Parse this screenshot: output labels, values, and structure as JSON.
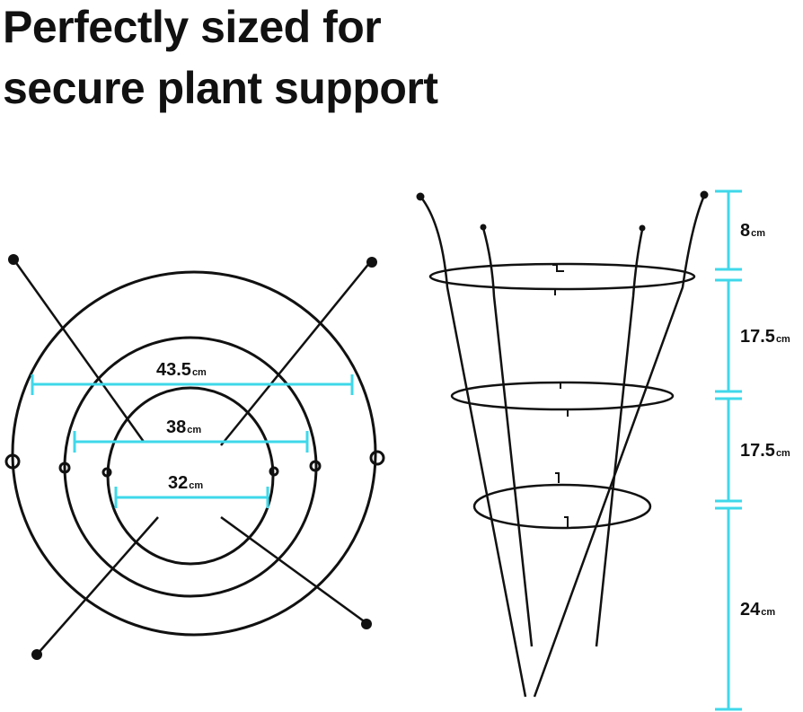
{
  "headline": {
    "line1": "Perfectly sized for",
    "line2": "secure plant support"
  },
  "top_view": {
    "diameters": [
      {
        "value": "43.5",
        "unit": "cm"
      },
      {
        "value": "38",
        "unit": "cm"
      },
      {
        "value": "32",
        "unit": "cm"
      }
    ]
  },
  "side_view": {
    "heights": [
      {
        "value": "8",
        "unit": "cm"
      },
      {
        "value": "17.5",
        "unit": "cm"
      },
      {
        "value": "17.5",
        "unit": "cm"
      },
      {
        "value": "24",
        "unit": "cm"
      }
    ]
  },
  "colors": {
    "dimension_line": "#3fd8ea",
    "wire": "#111111"
  }
}
